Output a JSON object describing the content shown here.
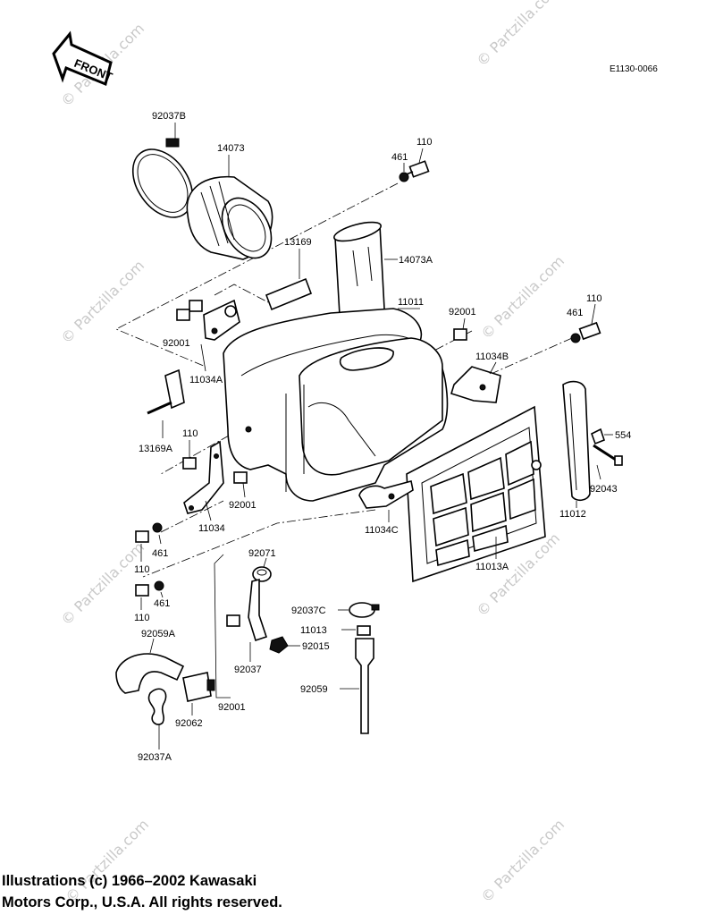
{
  "front_arrow": {
    "label": "FRONT"
  },
  "diagram_code": "E1130-0066",
  "part_labels": {
    "p92037B": "92037B",
    "p14073": "14073",
    "p110_a": "110",
    "p461_a": "461",
    "p13169": "13169",
    "p14073A": "14073A",
    "p11011": "11011",
    "p92001_a": "92001",
    "p92001_b": "92001",
    "p110_b": "110",
    "p461_b": "461",
    "p11034A": "11034A",
    "p11034B": "11034B",
    "p13169A": "13169A",
    "p110_c": "110",
    "p92001_c": "92001",
    "p11034": "11034",
    "p11034C": "11034C",
    "p554": "554",
    "p92043": "92043",
    "p11012": "11012",
    "p11013A": "11013A",
    "p110_d": "110",
    "p461_c": "461",
    "p110_e": "110",
    "p461_d": "461",
    "p92071": "92071",
    "p92037C": "92037C",
    "p11013": "11013",
    "p92015": "92015",
    "p92059A": "92059A",
    "p92037": "92037",
    "p92059": "92059",
    "p92001_d": "92001",
    "p92062": "92062",
    "p92037A": "92037A"
  },
  "watermark_text": "© Partzilla.com",
  "copyright": {
    "line1": "Illustrations (c) 1966–2002 Kawasaki",
    "line2": "Motors Corp., U.S.A.  All rights reserved."
  }
}
